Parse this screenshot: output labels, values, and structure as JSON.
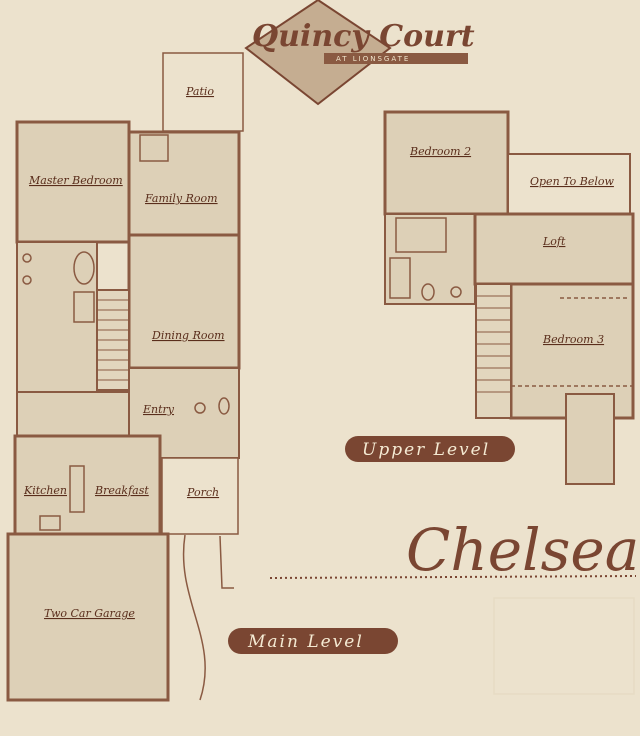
{
  "logo": {
    "name": "Quincy Court",
    "subtitle": "AT LIONSGATE"
  },
  "model_name": "Chelsea II",
  "levels": {
    "upper": "Upper Level",
    "main": "Main Level"
  },
  "rooms": {
    "patio": "Patio",
    "master_bedroom": "Master Bedroom",
    "family_room": "Family Room",
    "dining_room": "Dining Room",
    "entry": "Entry",
    "kitchen": "Kitchen",
    "breakfast": "Breakfast",
    "porch": "Porch",
    "garage": "Two Car Garage",
    "bedroom2": "Bedroom 2",
    "open_to_below": "Open To Below",
    "loft": "Loft",
    "bedroom3": "Bedroom 3"
  },
  "colors": {
    "paper": "#ece2cd",
    "wall": "#8a5a42",
    "room_fill": "#ddd0b7",
    "accent": "#7a4632"
  }
}
